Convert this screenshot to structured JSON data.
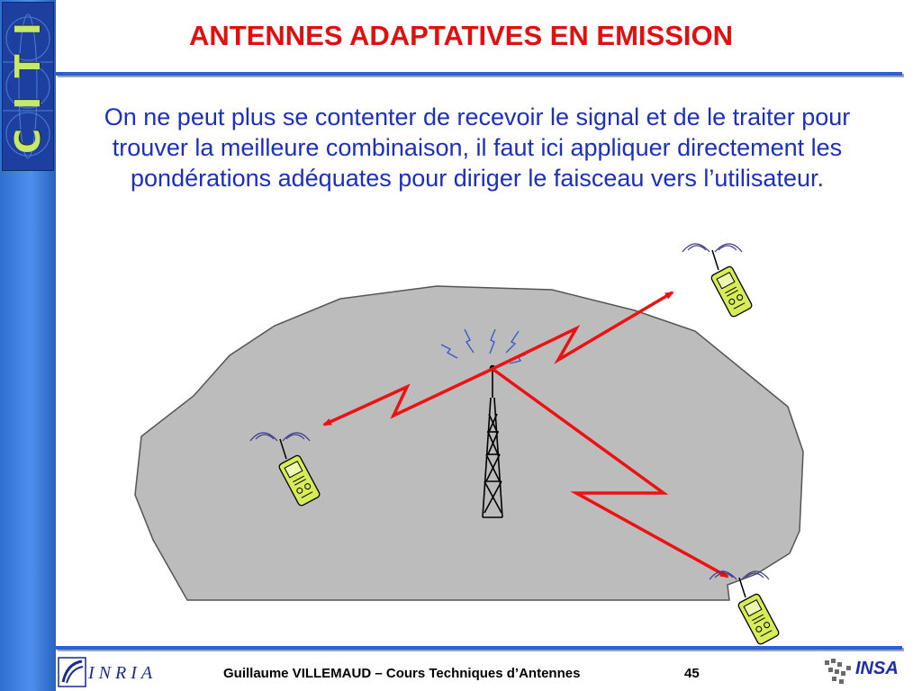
{
  "slide": {
    "title": "ANTENNES ADAPTATIVES EN EMISSION",
    "body": "On ne peut plus se contenter de recevoir le signal et de le traiter pour trouver la meilleure combinaison, il faut ici appliquer directement les pondérations adéquates pour diriger le faisceau vers l’utilisateur.",
    "page_number": "45"
  },
  "sidebar": {
    "logo_text": "C I T I"
  },
  "footer": {
    "author_course": "Guillaume VILLEMAUD – Cours Techniques d’Antennes",
    "inria_logo": "INRIA",
    "insa_logo": "INSA"
  },
  "diagram": {
    "elements": [
      "coverage-area",
      "base-station-tower",
      "mobile-phone-left",
      "mobile-phone-top-right",
      "mobile-phone-bottom-right",
      "directed-beam-arrows"
    ]
  },
  "colors": {
    "title": "#e01010",
    "body_text": "#1b2fc0",
    "rule": "#2c5fcf",
    "sidebar": "#3f80e0",
    "coverage_area": "#bcbcbc",
    "beam": "#ee1111"
  }
}
